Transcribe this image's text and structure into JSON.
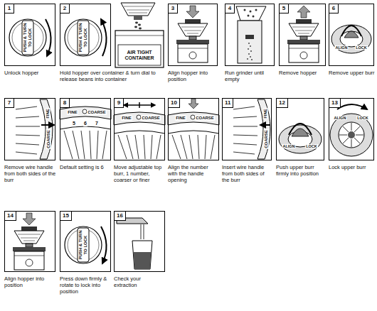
{
  "diagram": {
    "nodes": [
      {
        "text": [
          "1",
          "Unlock hopper"
        ]
      },
      {
        "text": [
          "2",
          "Hold hopper over container & turn dial to release beans into container"
        ]
      },
      {
        "text": [
          "3",
          "Align hopper into position"
        ]
      },
      {
        "text": [
          "4",
          "Run grinder until empty"
        ]
      },
      {
        "text": [
          "5",
          "Remove hopper"
        ]
      },
      {
        "text": [
          "6",
          "Remove upper burr"
        ]
      },
      {
        "text": [
          "7",
          "Remove wire handle from both sides of the burr"
        ]
      },
      {
        "text": [
          "8",
          "Default setting is 6"
        ]
      },
      {
        "text": [
          "9",
          "Move adjustable top burr, 1 number, coarser or finer"
        ]
      },
      {
        "text": [
          "10",
          "Align the number with the handle opening"
        ]
      },
      {
        "text": [
          "11",
          "Insert wire handle from both sides of the burr"
        ]
      },
      {
        "text": [
          "12",
          "Push upper burr firmly into position"
        ]
      },
      {
        "text": [
          "13",
          "Lock upper burr"
        ]
      },
      {
        "text": [
          "14",
          "Align hopper into position"
        ]
      },
      {
        "text": [
          "15",
          "Press down firmly & rotate to lock into position"
        ]
      },
      {
        "text": [
          "16",
          "Check your extraction"
        ]
      }
    ],
    "labels": [
      "PUSH & TURN TO LOCK",
      "PUSH & TURN TO LOCK",
      "AIR TIGHT CONTAINER",
      "ALIGN",
      "LOCK",
      "FINE",
      "COARSE",
      "FINE",
      "COARSE",
      "5",
      "6",
      "7",
      "FINE",
      "COARSE",
      "FINE",
      "COARSE",
      "FINE",
      "COARSE",
      "ALIGN",
      "LOCK",
      "ALIGN",
      "LOCK",
      "PUSH & TURN TO LOCK"
    ]
  }
}
